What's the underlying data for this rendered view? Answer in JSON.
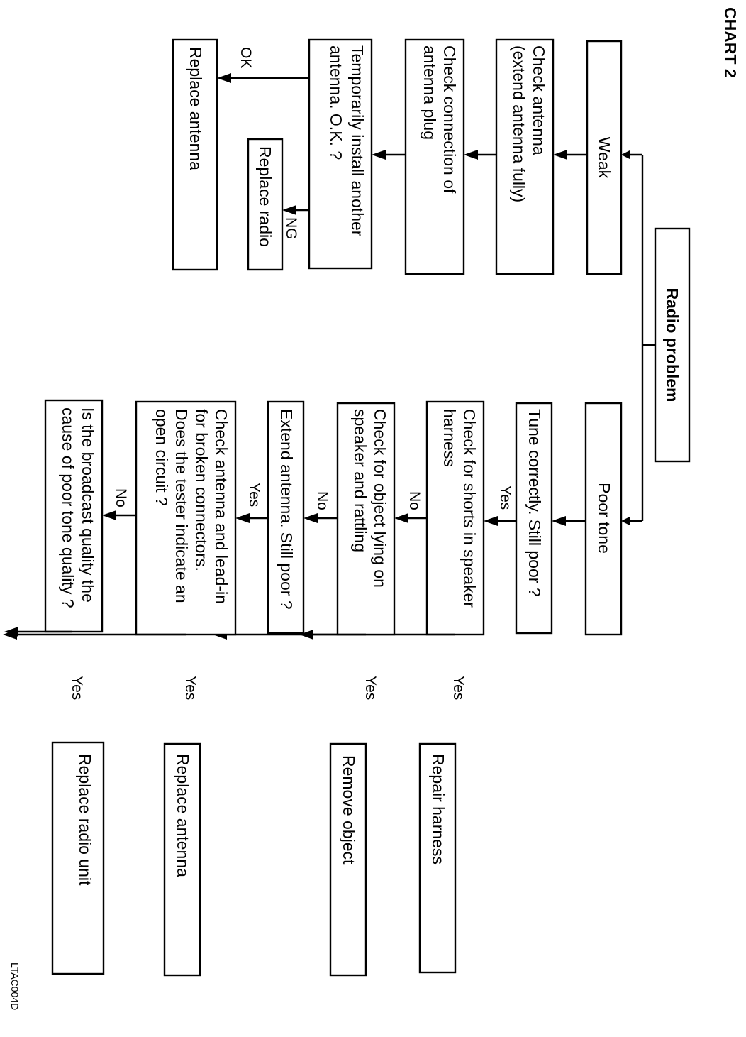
{
  "chart_title": "CHART 2",
  "root": "Radio problem",
  "weak_branch": {
    "header": "Weak",
    "step1": [
      "Check antenna",
      "(extend antenna fully)"
    ],
    "step2": [
      "Check connection of",
      "antenna plug"
    ],
    "step3": [
      "Temporarily install another",
      "antenna. O.K. ?"
    ],
    "ok_label": "OK",
    "ng_label": "NG",
    "ok_result": "Replace antenna",
    "ng_result": "Replace radio"
  },
  "poor_tone_branch": {
    "header": "Poor tone",
    "step1": [
      "Tune correctly. Still poor ?"
    ],
    "step2": [
      "Check for shorts in speaker",
      "harness"
    ],
    "step3": [
      "Check for object lying on",
      "speaker and rattling"
    ],
    "step4": [
      "Extend antenna. Still poor ?"
    ],
    "step5": [
      "Check antenna and lead-in",
      "for broken connectors.",
      "Does the tester indicate an",
      "open circuit ?"
    ],
    "step6": [
      "Is the broadcast quality the",
      "cause of poor tone quality ?"
    ],
    "yes_label": "Yes",
    "no_label": "No",
    "result2": "Repair harness",
    "result3": "Remove object",
    "result5": "Replace antenna",
    "result6": "Replace radio unit"
  },
  "figure_code": "LTAC004D"
}
